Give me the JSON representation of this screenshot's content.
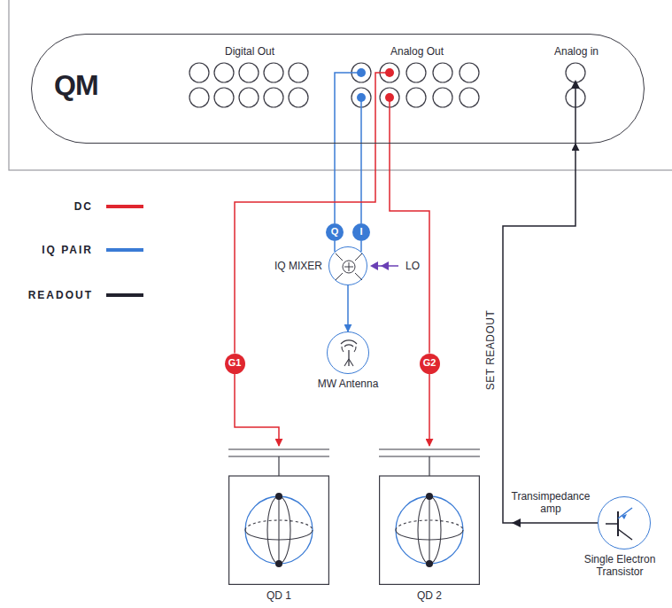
{
  "diagram": {
    "nodes": [
      {
        "text": [
          "QM",
          "Digital Out",
          "Analog Out",
          "Analog in"
        ]
      },
      {
        "text": [
          "IQ MIXER"
        ]
      },
      {
        "text": [
          "MW Antenna"
        ]
      },
      {
        "text": [
          "QD 1"
        ]
      },
      {
        "text": [
          "QD 2"
        ]
      },
      {
        "text": [
          "Single Electron Transistor"
        ]
      },
      {
        "text": [
          "Q"
        ]
      },
      {
        "text": [
          "I"
        ]
      },
      {
        "text": [
          "G1"
        ]
      },
      {
        "text": [
          "G2"
        ]
      }
    ],
    "edges": [
      {
        "from": 0,
        "to": 6,
        "arrow": "none"
      },
      {
        "from": 0,
        "to": 7,
        "arrow": "none"
      },
      {
        "from": 6,
        "to": 1,
        "arrow": "none"
      },
      {
        "from": 7,
        "to": 1,
        "arrow": "none"
      },
      {
        "from": 1,
        "to": 2,
        "arrow": "to"
      },
      {
        "from": 0,
        "to": 8,
        "arrow": "none"
      },
      {
        "from": 8,
        "to": 3,
        "arrow": "to"
      },
      {
        "from": 0,
        "to": 9,
        "arrow": "none"
      },
      {
        "from": 9,
        "to": 4,
        "arrow": "to"
      },
      {
        "from": 5,
        "to": 0,
        "arrow": "to",
        "label": "SET READOUT"
      }
    ],
    "labels": [
      "LO",
      "Transimpedance amp"
    ],
    "legend": [
      {
        "text": "DC",
        "color": "#e0262f"
      },
      {
        "text": "IQ PAIR",
        "color": "#3a7bd5"
      },
      {
        "text": "READOUT",
        "color": "#22222e"
      }
    ]
  }
}
